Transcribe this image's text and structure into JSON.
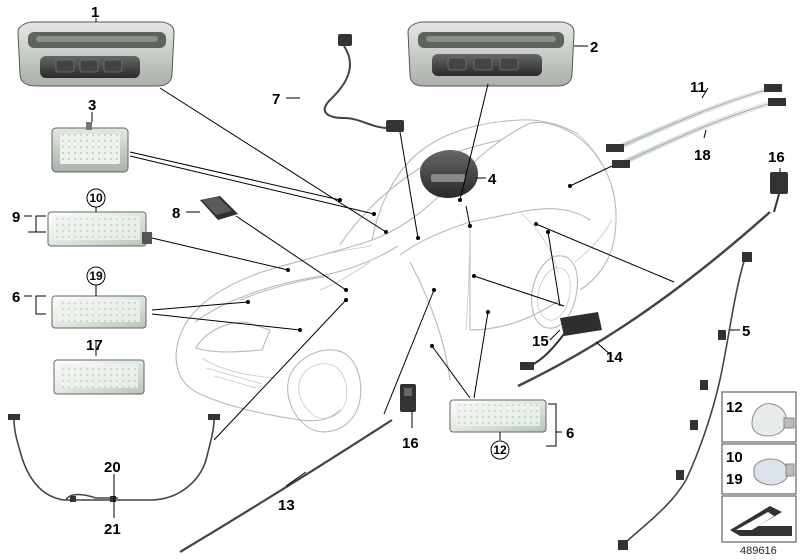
{
  "diagram_id": "489616",
  "callouts": {
    "c1": "1",
    "c2": "2",
    "c3": "3",
    "c4": "4",
    "c5": "5",
    "c6a": "6",
    "c6b": "6",
    "c7": "7",
    "c8": "8",
    "c9": "9",
    "c10": "10",
    "c11": "11",
    "c12": "12",
    "c13": "13",
    "c14": "14",
    "c15": "15",
    "c16a": "16",
    "c16b": "16",
    "c17": "17",
    "c18": "18",
    "c19": "19",
    "c20": "20",
    "c21": "21"
  },
  "legend": {
    "bulb_a": "12",
    "bulb_b_top": "10",
    "bulb_b_bottom": "19"
  }
}
